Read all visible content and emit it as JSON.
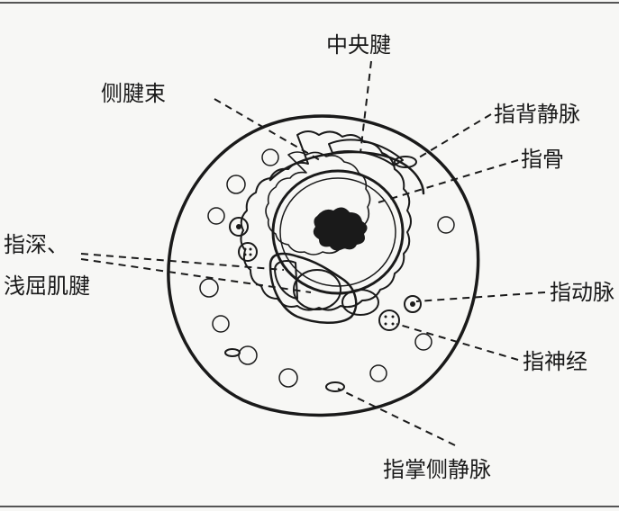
{
  "labels": {
    "central_tendon": "中央腱",
    "lateral_band": "侧腱束",
    "dorsal_digital_vein": "指背静脉",
    "phalanx": "指骨",
    "flexor_tendons_line1": "指深、",
    "flexor_tendons_line2": "浅屈肌腱",
    "digital_artery": "指动脉",
    "digital_nerve": "指神经",
    "palmar_lateral_vein": "指掌侧静脉"
  },
  "colors": {
    "background": "#f7f7f5",
    "ink": "#1a1a1a"
  }
}
